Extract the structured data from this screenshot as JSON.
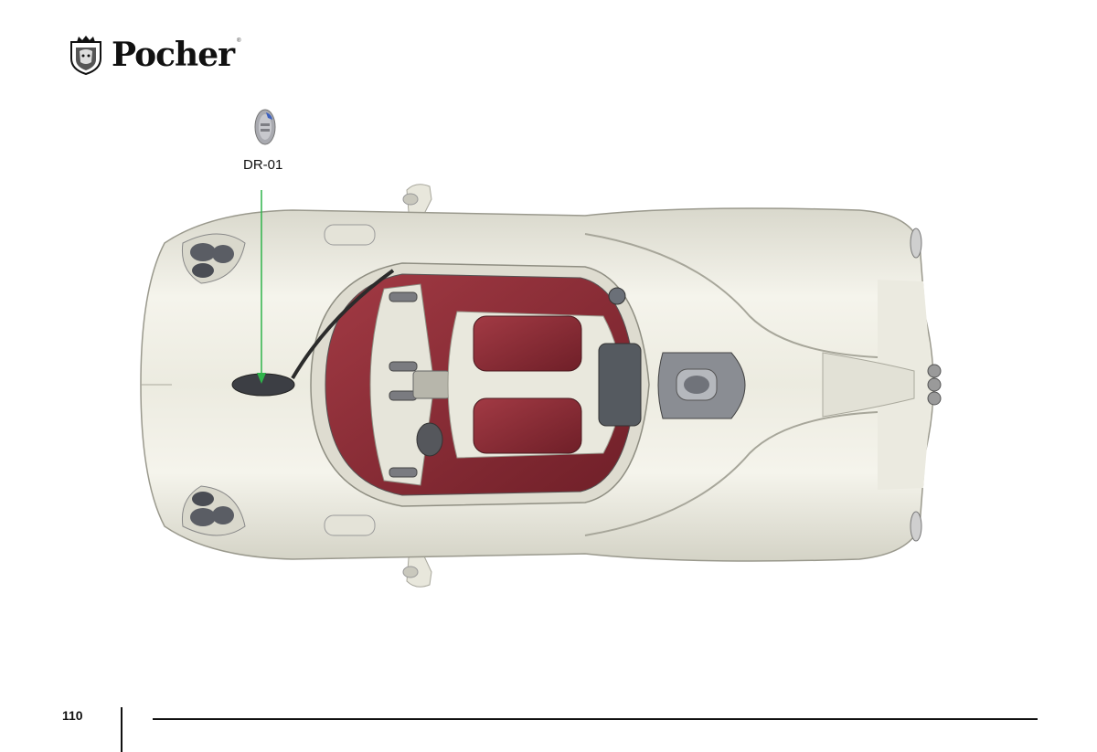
{
  "header": {
    "brand_name": "Pocher",
    "trademark": "®",
    "logo": "pocher-crest-logo"
  },
  "part": {
    "label": "DR-01",
    "thumbnail": "door-mirror-part-icon",
    "callout_color": "#2fb34a"
  },
  "illustration": {
    "subject": "car-top-view",
    "body_color": "#f1f0e6",
    "interior_color": "#8b2e36"
  },
  "footer": {
    "page_number": "110"
  }
}
